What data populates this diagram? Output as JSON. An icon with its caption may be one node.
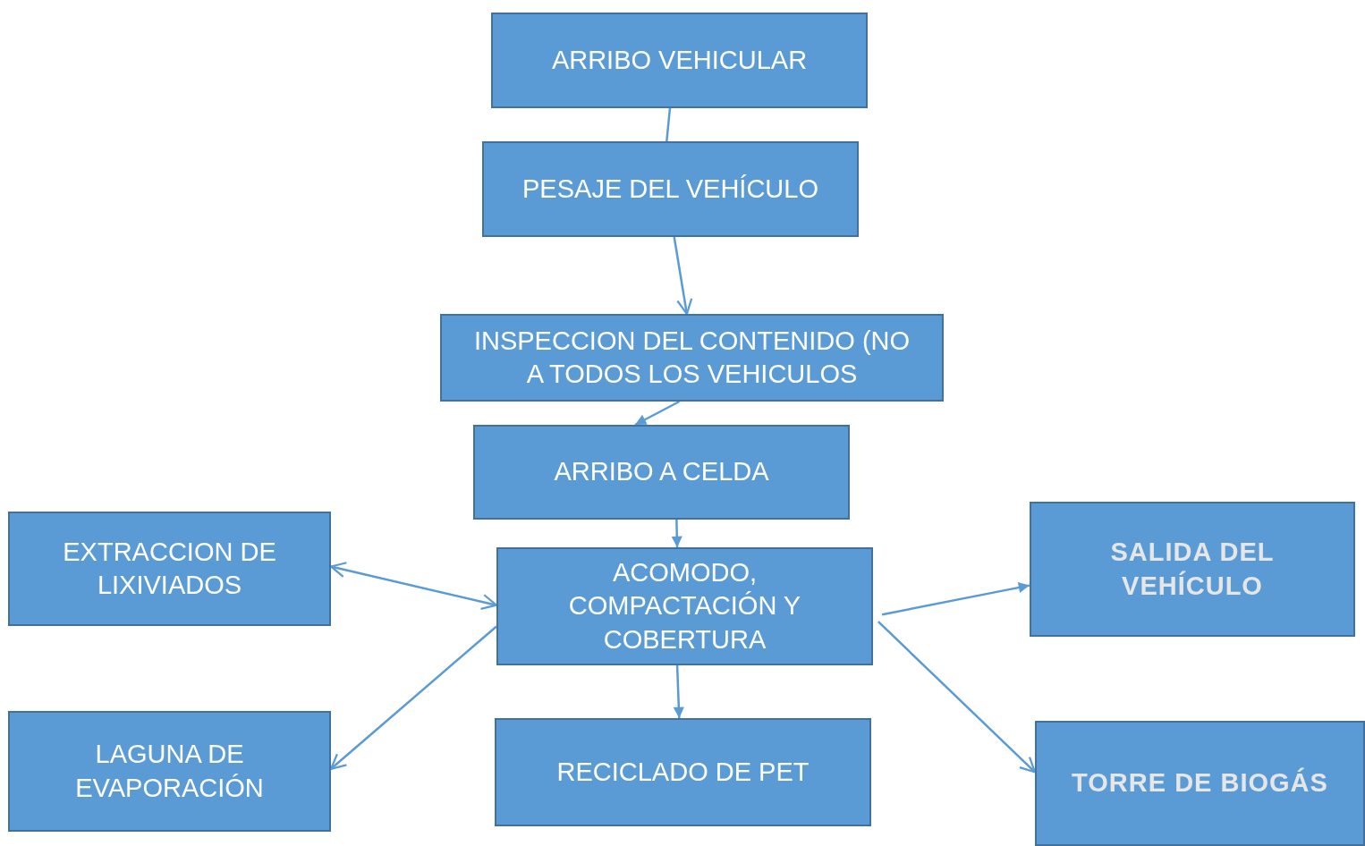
{
  "diagram": {
    "nodes": [
      {
        "text": [
          "ARRIBO VEHICULAR"
        ]
      },
      {
        "text": [
          "PESAJE DEL VEHÍCULO"
        ]
      },
      {
        "text": [
          "INSPECCION DEL CONTENIDO (NO A TODOS LOS VEHICULOS"
        ]
      },
      {
        "text": [
          "ARRIBO A CELDA"
        ]
      },
      {
        "text": [
          "ACOMODO, COMPACTACIÓN  Y COBERTURA"
        ]
      },
      {
        "text": [
          "EXTRACCION DE LIXIVIADOS"
        ]
      },
      {
        "text": [
          "LAGUNA DE EVAPORACIÓN"
        ]
      },
      {
        "text": [
          "RECICLADO DE PET"
        ]
      },
      {
        "text": [
          "SALIDA DEL VEHÍCULO"
        ]
      },
      {
        "text": [
          "TORRE DE BIOGÁS"
        ]
      }
    ],
    "edges": [
      {
        "from": 0,
        "to": 1,
        "arrow": "none"
      },
      {
        "from": 1,
        "to": 2,
        "arrow": "to"
      },
      {
        "from": 2,
        "to": 3,
        "arrow": "to"
      },
      {
        "from": 3,
        "to": 4,
        "arrow": "to"
      },
      {
        "from": 4,
        "to": 5,
        "arrow": "both"
      },
      {
        "from": 4,
        "to": 6,
        "arrow": "to"
      },
      {
        "from": 4,
        "to": 7,
        "arrow": "to"
      },
      {
        "from": 4,
        "to": 8,
        "arrow": "to"
      },
      {
        "from": 4,
        "to": 9,
        "arrow": "to"
      }
    ]
  }
}
